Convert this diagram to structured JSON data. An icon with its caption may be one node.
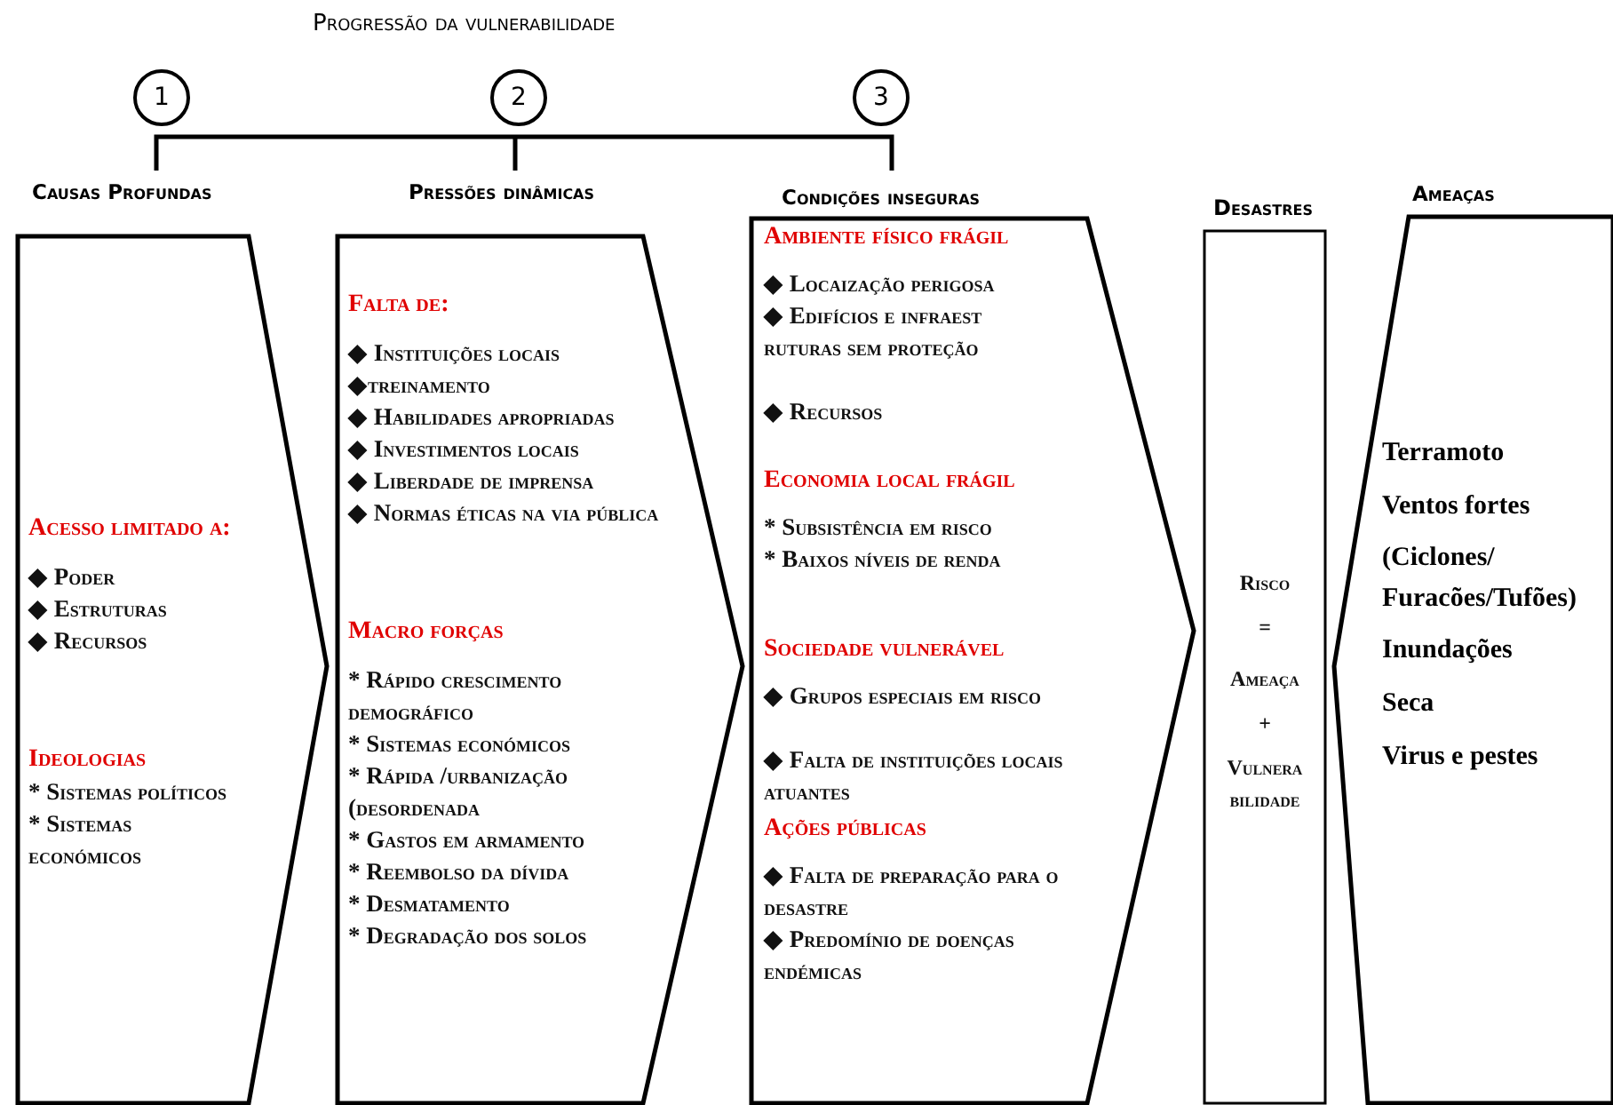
{
  "diagram": {
    "title": "Progressão da vulnerabilidade",
    "nodes": [
      {
        "text": [
          "1"
        ]
      },
      {
        "text": [
          "2"
        ]
      },
      {
        "text": [
          "3"
        ]
      },
      {
        "text": [
          "Causas Profundas",
          "Acesso limitado a:",
          "◆ Poder",
          "◆ Estruturas",
          "◆ Recursos",
          "Ideologias",
          "* Sistemas políticos",
          "* Sistemas económicos"
        ]
      },
      {
        "text": [
          "Pressões dinâmicas",
          "Falta de:",
          "◆ Instituições locais",
          "◆treinamento",
          "◆ Habilidades apropriadas",
          "◆ Investimentos locais",
          "◆ Liberdade de imprensa",
          "◆ Normas éticas na via pública",
          "Macro forças",
          "* Rápido crescimento demográfico",
          "* Sistemas económicos",
          "* Rápida /urbanização (desordenada",
          "* Gastos em armamento",
          "* Reembolso da dívida",
          "* Desmatamento",
          "* Degradação dos solos"
        ]
      },
      {
        "text": [
          "Condições inseguras",
          "Ambiente físico frágil",
          "◆ Locaização perigosa",
          "◆ Edifícios e infraest ruturas sem proteção",
          "◆ Recursos",
          "Economia local frágil",
          "* Subsistência em risco",
          "* Baixos níveis de renda",
          "Sociedade vulnerável",
          "◆ Grupos especiais em risco",
          "◆ Falta de instituições locais atuantes",
          "Ações públicas",
          "◆ Falta de preparação para o desastre",
          "◆ Predomínio de doenças endémicas"
        ]
      },
      {
        "text": [
          "Desastres",
          "Risco",
          "=",
          "Ameaça",
          "+",
          "Vulnera bilidade"
        ]
      },
      {
        "text": [
          "Ameaças",
          "Terramoto",
          "Ventos fortes",
          "(Ciclones/ Furacões/Tufões)",
          "Inundações",
          "Seca",
          "Virus e pestes"
        ]
      }
    ]
  }
}
